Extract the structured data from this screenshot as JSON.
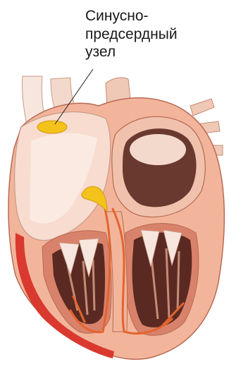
{
  "annotation": {
    "lines": [
      "Синусно-",
      "предсердный",
      "узел"
    ]
  },
  "colors": {
    "background": "#ffffff",
    "text": "#1a1a1a",
    "leader_line": "#222222",
    "node": "#f3c21b",
    "conduction_path": "#e3642e",
    "myocardium": "#f2b59b",
    "chamber_wall": "#d9826b",
    "outer_muscle": "#d9392e",
    "atrium_tissue": "#f7dccf",
    "chamber_shadow": "#5a2a22"
  },
  "icons": {
    "illustration": "heart-cross-section"
  }
}
